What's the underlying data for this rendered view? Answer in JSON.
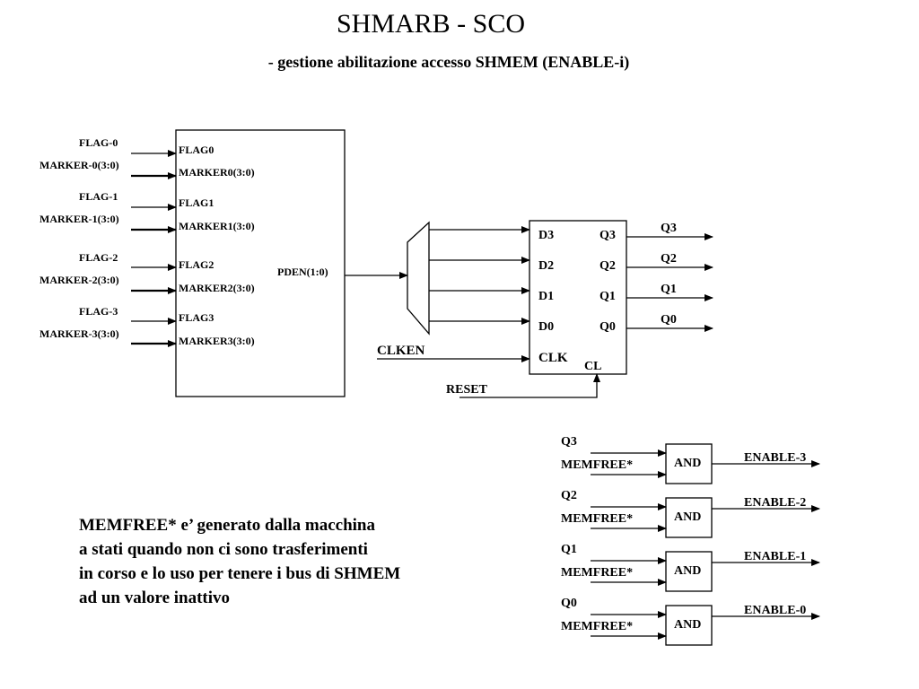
{
  "title": "SHMARB - SCO",
  "subtitle": "- gestione abilitazione accesso SHMEM (ENABLE-i)",
  "pden_block": {
    "inputs_external": [
      "FLAG-0",
      "MARKER-0(3:0)",
      "FLAG-1",
      "MARKER-1(3:0)",
      "FLAG-2",
      "MARKER-2(3:0)",
      "FLAG-3",
      "MARKER-3(3:0)"
    ],
    "inputs_internal": [
      "FLAG0",
      "MARKER0(3:0)",
      "FLAG1",
      "MARKER1(3:0)",
      "FLAG2",
      "MARKER2(3:0)",
      "FLAG3",
      "MARKER3(3:0)"
    ],
    "output": "PDEN(1:0)"
  },
  "register": {
    "d_inputs": [
      "D3",
      "D2",
      "D1",
      "D0"
    ],
    "q_internal": [
      "Q3",
      "Q2",
      "Q1",
      "Q0"
    ],
    "q_outputs": [
      "Q3",
      "Q2",
      "Q1",
      "Q0"
    ],
    "clk": "CLK",
    "cl": "CL",
    "clken": "CLKEN",
    "reset": "RESET"
  },
  "and_gates": [
    {
      "q": "Q3",
      "memfree": "MEMFREE*",
      "label": "AND",
      "out": "ENABLE-3"
    },
    {
      "q": "Q2",
      "memfree": "MEMFREE*",
      "label": "AND",
      "out": "ENABLE-2"
    },
    {
      "q": "Q1",
      "memfree": "MEMFREE*",
      "label": "AND",
      "out": "ENABLE-1"
    },
    {
      "q": "Q0",
      "memfree": "MEMFREE*",
      "label": "AND",
      "out": "ENABLE-0"
    }
  ],
  "note_lines": [
    "MEMFREE* e’ generato dalla macchina",
    "a stati quando non ci sono trasferimenti",
    "in corso e lo uso per tenere i bus di SHMEM",
    "ad un valore inattivo"
  ]
}
